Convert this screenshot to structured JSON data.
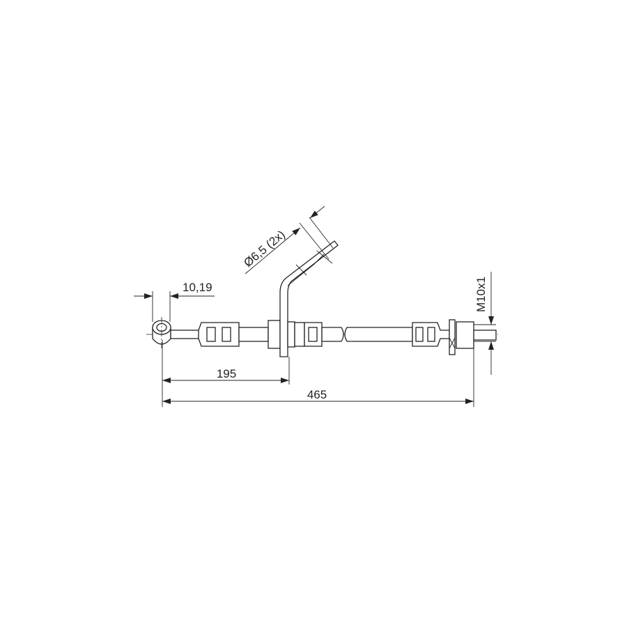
{
  "drawing": {
    "dimensions": {
      "eye_width": "10,19",
      "bracket_distance": "195",
      "overall_length": "465",
      "thread": "M10x1",
      "hole_diameter": "Ø6,5 (2x)"
    },
    "line_color": "#222222",
    "background": "#ffffff"
  }
}
